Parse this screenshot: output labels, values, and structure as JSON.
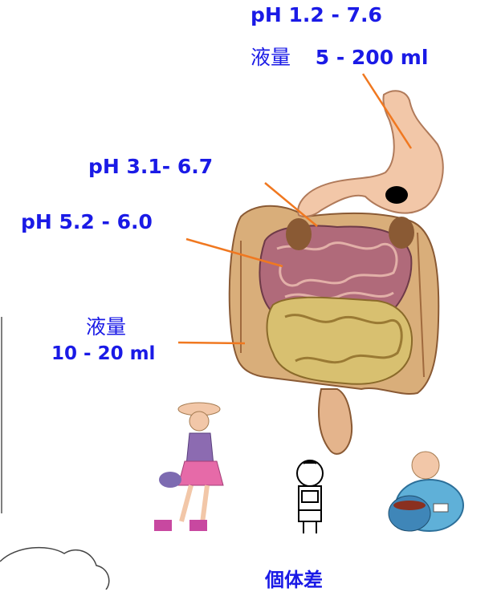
{
  "labels": {
    "stomach_ph": "pH 1.2 - 7.6",
    "stomach_volume_label": "液量",
    "stomach_volume_value": "5 - 200 ml",
    "duodenum_ph": "pH  3.1- 6.7",
    "jejunum_ph": "pH 5.2 - 6.0",
    "colon_volume_label": "液量",
    "colon_volume_value": "10 - 20 ml",
    "individual_difference": "個体差"
  },
  "colors": {
    "text": "#1a1ae6",
    "arrow": "#f07820",
    "small_intestine": "#b06a7a",
    "large_intestine": "#d9ae7a",
    "ileum_loops": "#d8c070",
    "stomach": "#f2c7a8"
  }
}
